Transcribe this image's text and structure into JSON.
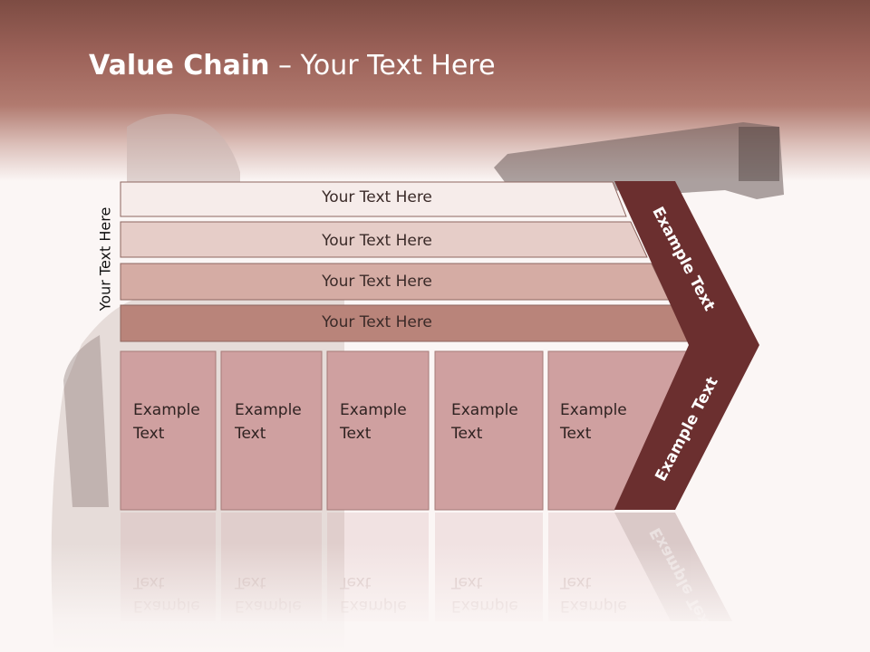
{
  "title": {
    "bold": "Value Chain",
    "rest": " – Your Text Here"
  },
  "side_label": "Your Text Here",
  "bars": [
    {
      "label": "Your Text Here",
      "color": "#f6ecea"
    },
    {
      "label": "Your Text Here",
      "color": "#e6cdc8"
    },
    {
      "label": "Your Text Here",
      "color": "#d5aca4"
    },
    {
      "label": "Your Text Here",
      "color": "#b9847a"
    }
  ],
  "cells": [
    {
      "line1": "Example",
      "line2": "Text"
    },
    {
      "line1": "Example",
      "line2": "Text"
    },
    {
      "line1": "Example",
      "line2": "Text"
    },
    {
      "line1": "Example",
      "line2": "Text"
    },
    {
      "line1": "Example",
      "line2": "Text"
    }
  ],
  "chevron_upper": "Example Text",
  "chevron_lower": "Example Text",
  "colors": {
    "cell_fill": "#cfa0a0",
    "chevron_dark": "#6b2f2f",
    "header": "#9c6259"
  }
}
